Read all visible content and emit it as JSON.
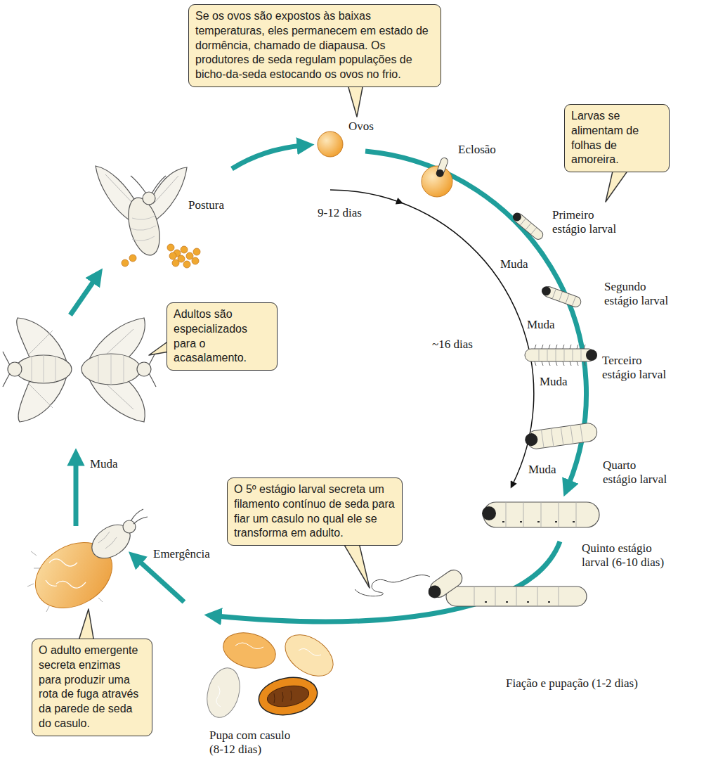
{
  "diagram": {
    "nodes": [
      {
        "text": [
          "Se os ovos são expostos às baixas temperaturas, eles permanecem em estado de dormência, chamado de diapausa. Os produtores de seda regulam populações de bicho-da-seda estocando os ovos no frio."
        ]
      },
      {
        "text": [
          "Larvas se alimentam de folhas de amoreira."
        ]
      },
      {
        "text": [
          "Adultos são especializados para o acasalamento."
        ]
      },
      {
        "text": [
          "O 5º estágio larval secreta um filamento contínuo de seda para fiar um casulo no qual ele se transforma em adulto."
        ]
      },
      {
        "text": [
          "O adulto emergente secreta enzimas para produzir uma rota de fuga através da parede de seda do casulo."
        ]
      }
    ],
    "labels": [
      "Ovos",
      "Eclosão",
      "Primeiro estágio larval",
      "Muda",
      "Segundo estágio larval",
      "Muda",
      "Terceiro estágio larval",
      "Muda",
      "Quarto estágio larval",
      "Muda",
      "Quinto estágio larval (6-10 dias)",
      "Fiação e pupação (1-2 dias)",
      "Pupa com casulo (8-12 dias)",
      "Emergência",
      "Muda",
      "Postura",
      "9-12 dias",
      "~16 dias"
    ]
  }
}
